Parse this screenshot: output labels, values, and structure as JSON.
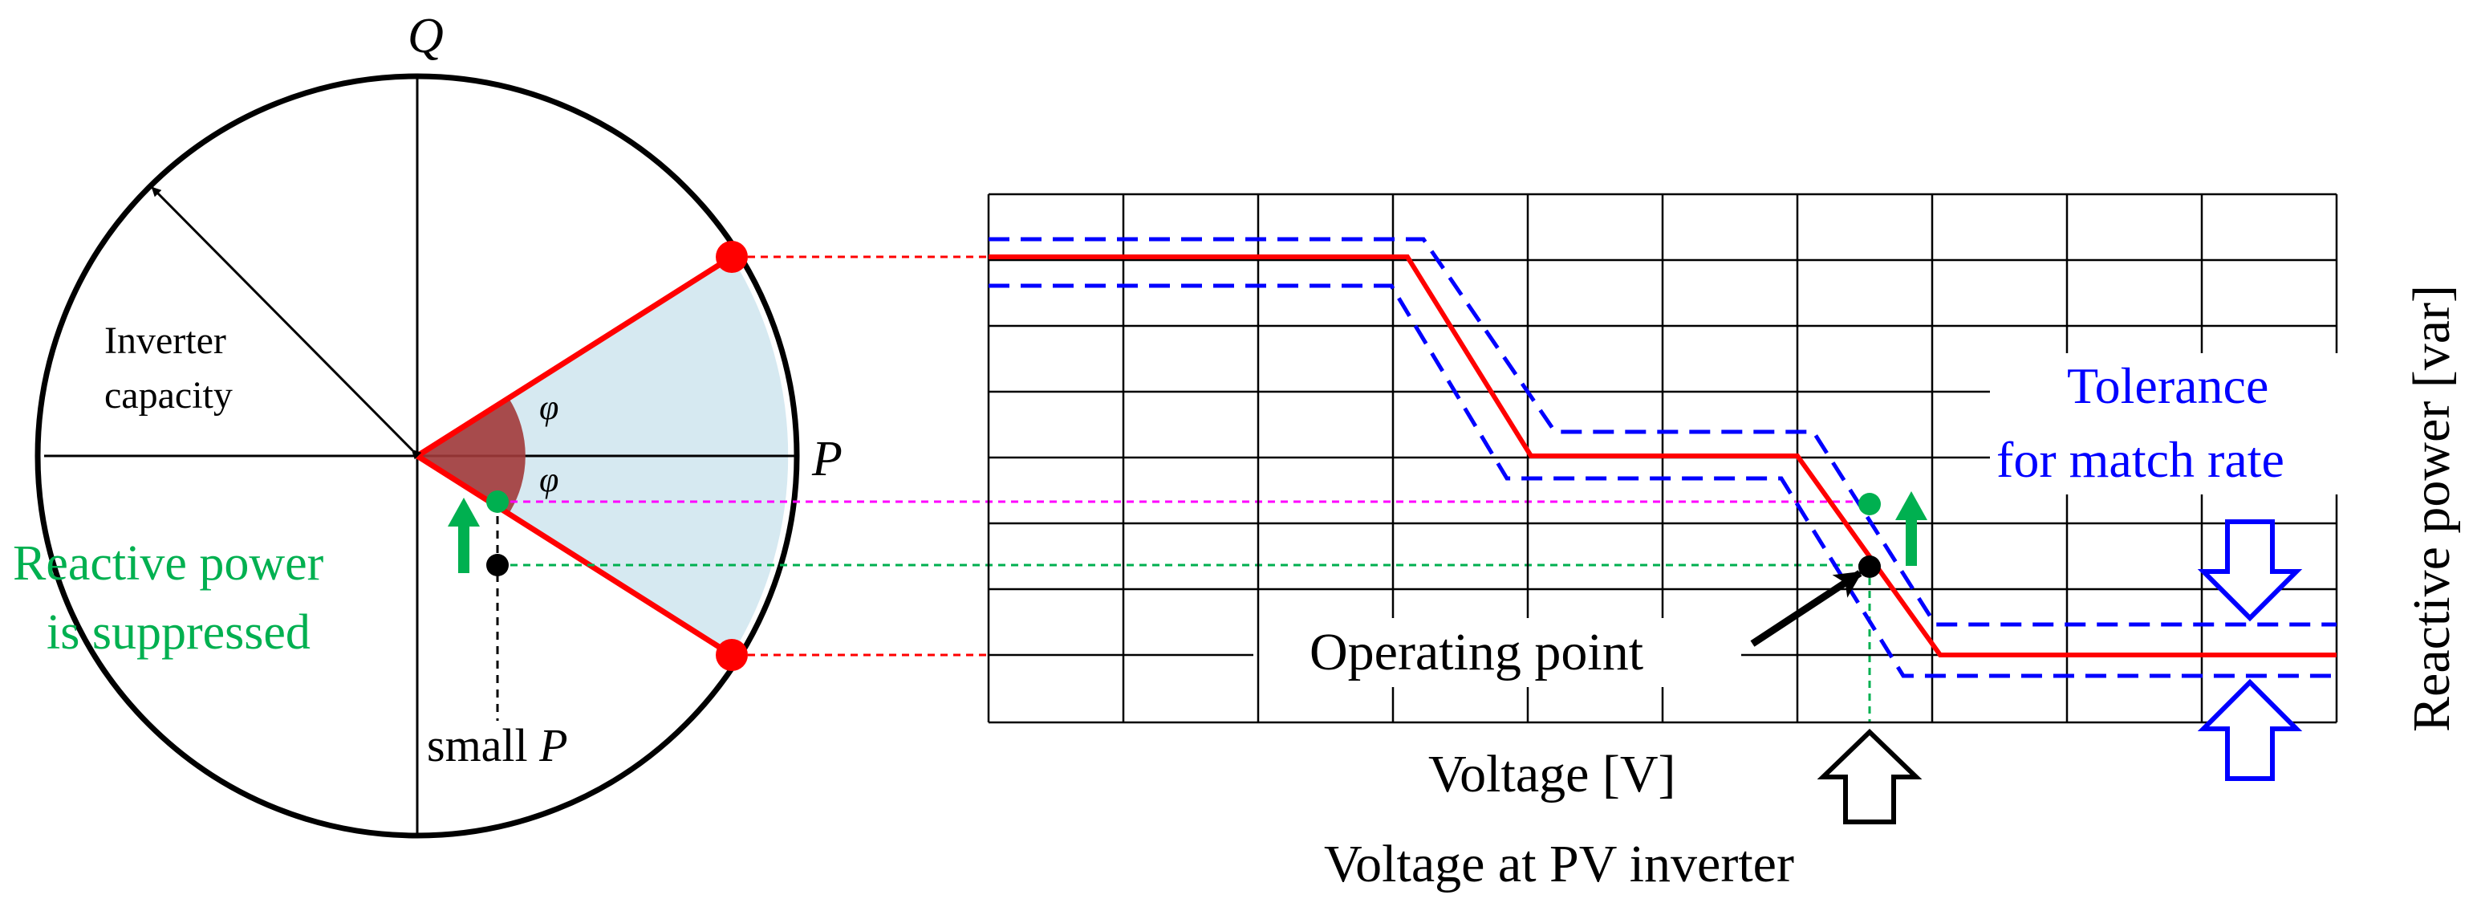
{
  "phasor": {
    "q_axis_label": "Q",
    "p_axis_label": "P",
    "capacity_label_line1": "Inverter",
    "capacity_label_line2": "capacity",
    "angle_label_upper": "φ",
    "angle_label_lower": "φ",
    "suppressed_line1": "Reactive power",
    "suppressed_line2": "is suppressed",
    "small_p_prefix": "small ",
    "small_p_var": "P"
  },
  "curve": {
    "x_axis_label": "Voltage [V]",
    "y_axis_label": "Reactive power [var]",
    "operating_point_label": "Operating point",
    "voltage_at_pv_label": "Voltage at PV inverter",
    "tolerance_line1": "Tolerance",
    "tolerance_line2": "for match rate"
  },
  "colors": {
    "curve_red": "#ff0000",
    "tolerance_blue": "#0000ff",
    "suppressed_green": "#00b050",
    "projection_magenta": "#ff00ff",
    "sector_fill": "#d6e9f1",
    "angle_fill": "#a23a3a"
  }
}
